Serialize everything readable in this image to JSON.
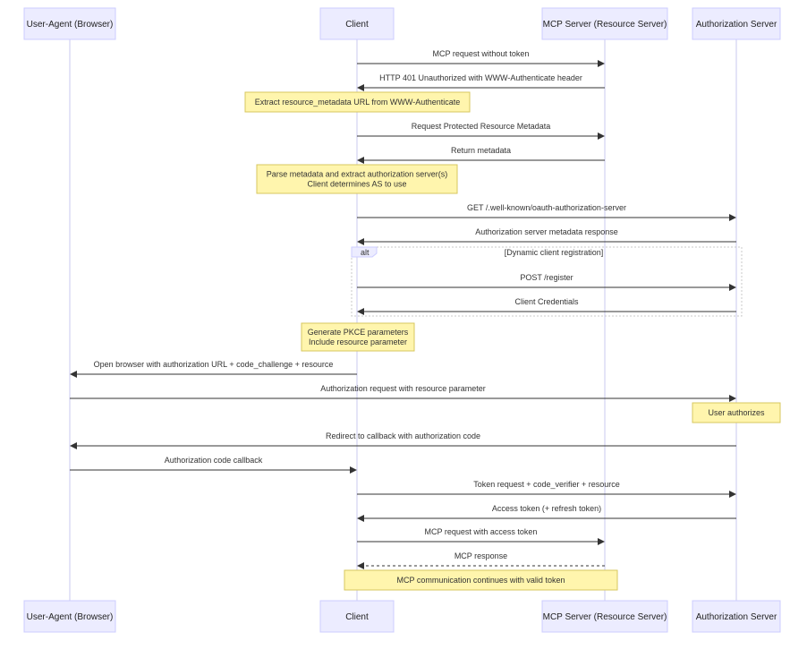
{
  "participants": [
    {
      "id": "ua",
      "label": "User-Agent (Browser)"
    },
    {
      "id": "client",
      "label": "Client"
    },
    {
      "id": "rs",
      "label": "MCP Server (Resource Server)"
    },
    {
      "id": "as",
      "label": "Authorization Server"
    }
  ],
  "messages": [
    {
      "id": "m1",
      "from": "client",
      "to": "rs",
      "label": "MCP request without token",
      "style": "solid"
    },
    {
      "id": "m2",
      "from": "rs",
      "to": "client",
      "label": "HTTP 401 Unauthorized with WWW-Authenticate header",
      "style": "solid"
    },
    {
      "id": "m3",
      "from": "client",
      "to": "rs",
      "label": "Request Protected Resource Metadata",
      "style": "solid"
    },
    {
      "id": "m4",
      "from": "rs",
      "to": "client",
      "label": "Return metadata",
      "style": "solid"
    },
    {
      "id": "m5",
      "from": "client",
      "to": "as",
      "label": "GET /.well-known/oauth-authorization-server",
      "style": "solid"
    },
    {
      "id": "m6",
      "from": "as",
      "to": "client",
      "label": "Authorization server metadata response",
      "style": "solid"
    },
    {
      "id": "m7",
      "from": "client",
      "to": "as",
      "label": "POST /register",
      "style": "solid"
    },
    {
      "id": "m8",
      "from": "as",
      "to": "client",
      "label": "Client Credentials",
      "style": "solid"
    },
    {
      "id": "m9",
      "from": "client",
      "to": "ua",
      "label": "Open browser with authorization URL + code_challenge + resource",
      "style": "solid"
    },
    {
      "id": "m10",
      "from": "ua",
      "to": "as",
      "label": "Authorization request with resource parameter",
      "style": "solid"
    },
    {
      "id": "m11",
      "from": "as",
      "to": "ua",
      "label": "Redirect to callback with authorization code",
      "style": "solid"
    },
    {
      "id": "m12",
      "from": "ua",
      "to": "client",
      "label": "Authorization code callback",
      "style": "solid"
    },
    {
      "id": "m13",
      "from": "client",
      "to": "as",
      "label": "Token request + code_verifier + resource",
      "style": "solid"
    },
    {
      "id": "m14",
      "from": "as",
      "to": "client",
      "label": "Access token (+ refresh token)",
      "style": "solid"
    },
    {
      "id": "m15",
      "from": "client",
      "to": "rs",
      "label": "MCP request with access token",
      "style": "solid"
    },
    {
      "id": "m16",
      "from": "rs",
      "to": "client",
      "label": "MCP response",
      "style": "dashed"
    }
  ],
  "notes": [
    {
      "id": "n1",
      "lines": [
        "Extract resource_metadata URL from WWW-Authenticate"
      ]
    },
    {
      "id": "n2",
      "lines": [
        "Parse metadata and extract authorization server(s)",
        "Client determines AS to use"
      ]
    },
    {
      "id": "n3",
      "lines": [
        "Generate PKCE parameters",
        "Include resource parameter"
      ]
    },
    {
      "id": "n4",
      "lines": [
        "User authorizes"
      ]
    },
    {
      "id": "n5",
      "lines": [
        "MCP communication continues with valid token"
      ]
    }
  ],
  "alt_block": {
    "tag": "alt",
    "condition": "[Dynamic client registration]"
  },
  "colors": {
    "actor_fill": "#ececff",
    "actor_stroke": "#ccccff",
    "note_fill": "#fff5ad",
    "note_stroke": "#d7c75f",
    "line": "#333333"
  }
}
